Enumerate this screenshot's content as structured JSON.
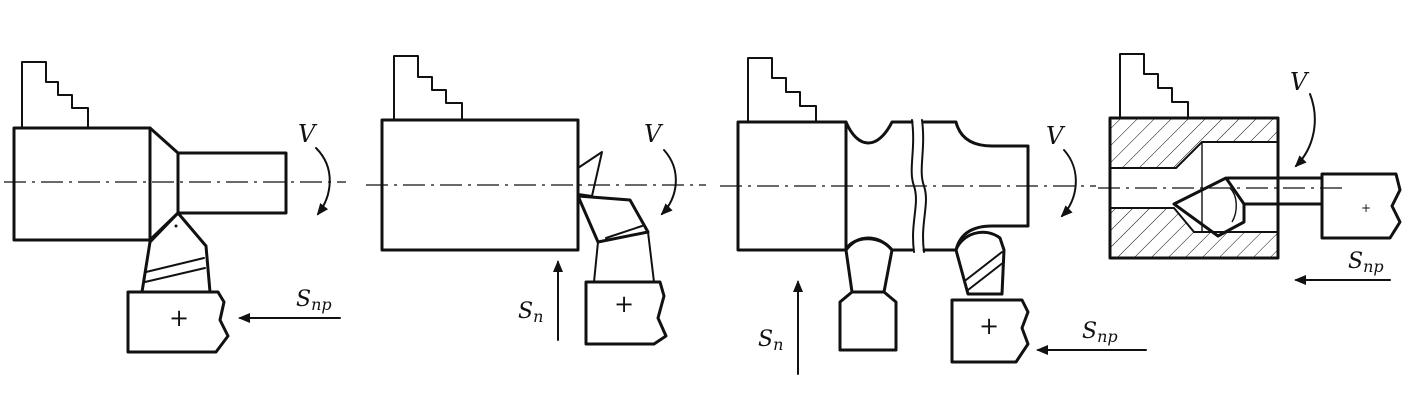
{
  "panels": [
    {
      "id": "longitudinal-turning",
      "speed_label": "V",
      "feed_labels": [
        {
          "main": "S",
          "sub": "пр"
        }
      ]
    },
    {
      "id": "facing",
      "speed_label": "V",
      "feed_labels": [
        {
          "main": "S",
          "sub": "п"
        }
      ]
    },
    {
      "id": "grooving-and-profiling",
      "speed_label": "V",
      "feed_labels": [
        {
          "main": "S",
          "sub": "п"
        },
        {
          "main": "S",
          "sub": "пр"
        }
      ]
    },
    {
      "id": "boring",
      "speed_label": "V",
      "feed_labels": [
        {
          "main": "S",
          "sub": "пр"
        }
      ]
    }
  ],
  "symbols": {
    "tool_mark": "+"
  }
}
